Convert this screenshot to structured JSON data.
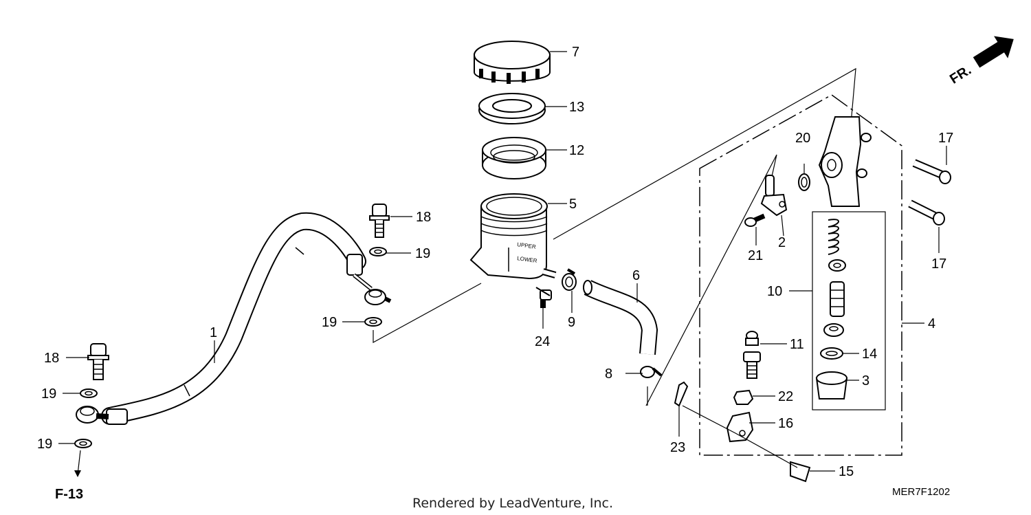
{
  "diagram": {
    "direction_label": "FR.",
    "reference_label": "F-13",
    "diagram_code": "MER7F1202",
    "credit": "Rendered by LeadVenture, Inc.",
    "reservoir_marks": {
      "upper": "UPPER",
      "lower": "LOWER"
    },
    "callouts": {
      "c1": "1",
      "c2": "2",
      "c3": "3",
      "c4": "4",
      "c5": "5",
      "c6": "6",
      "c7": "7",
      "c8": "8",
      "c9": "9",
      "c10": "10",
      "c11": "11",
      "c12": "12",
      "c13": "13",
      "c14": "14",
      "c15": "15",
      "c16": "16",
      "c17a": "17",
      "c17b": "17",
      "c18a": "18",
      "c18b": "18",
      "c19a": "19",
      "c19b": "19",
      "c19c": "19",
      "c19d": "19",
      "c20": "20",
      "c21": "21",
      "c22": "22",
      "c23": "23",
      "c24": "24"
    }
  }
}
